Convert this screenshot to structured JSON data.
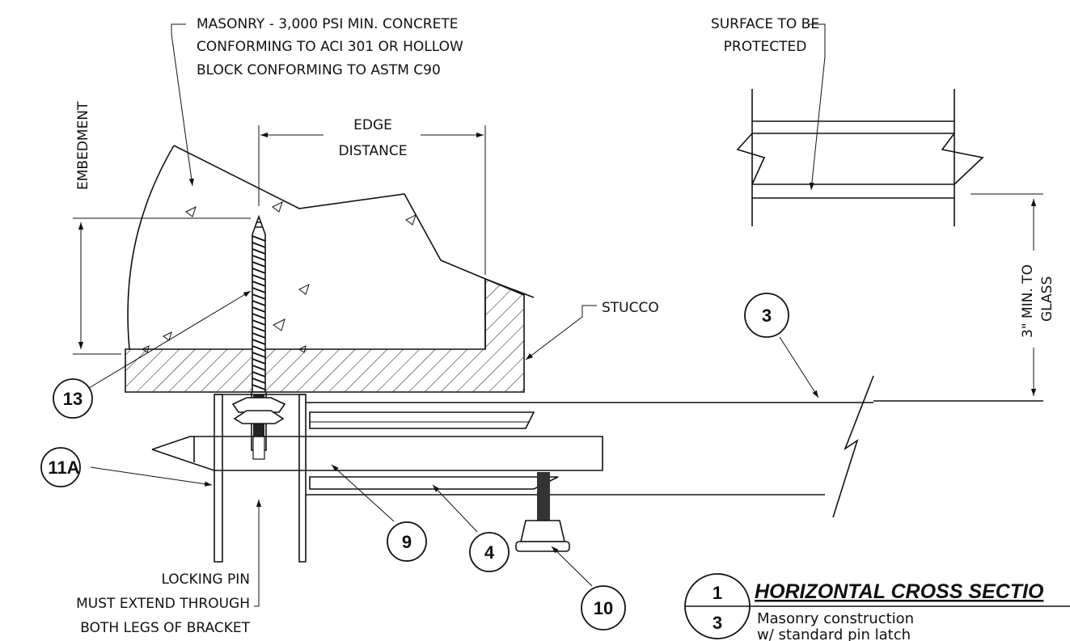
{
  "notes": {
    "masonry": [
      "MASONRY - 3,000 PSI MIN. CONCRETE",
      "CONFORMING TO ACI 301 OR HOLLOW",
      "BLOCK CONFORMING TO ASTM C90"
    ],
    "embedment": "EMBEDMENT",
    "edge_distance": [
      "EDGE",
      "DISTANCE"
    ],
    "stucco": "STUCCO",
    "surface": [
      "SURFACE TO BE",
      "PROTECTED"
    ],
    "min_glass": [
      "3\" MIN. TO",
      "GLASS"
    ],
    "locking_pin": [
      "LOCKING PIN",
      "MUST EXTEND THROUGH",
      "BOTH LEGS OF BRACKET"
    ]
  },
  "callouts": {
    "c13": "13",
    "c11a": "11A",
    "c9": "9",
    "c4": "4",
    "c10": "10",
    "c3": "3"
  },
  "title_block": {
    "detail_number": "1",
    "sheet_number": "3",
    "title": "HORIZONTAL CROSS SECTIO",
    "subtitle": [
      "Masonry construction",
      "w/ standard pin latch"
    ]
  }
}
